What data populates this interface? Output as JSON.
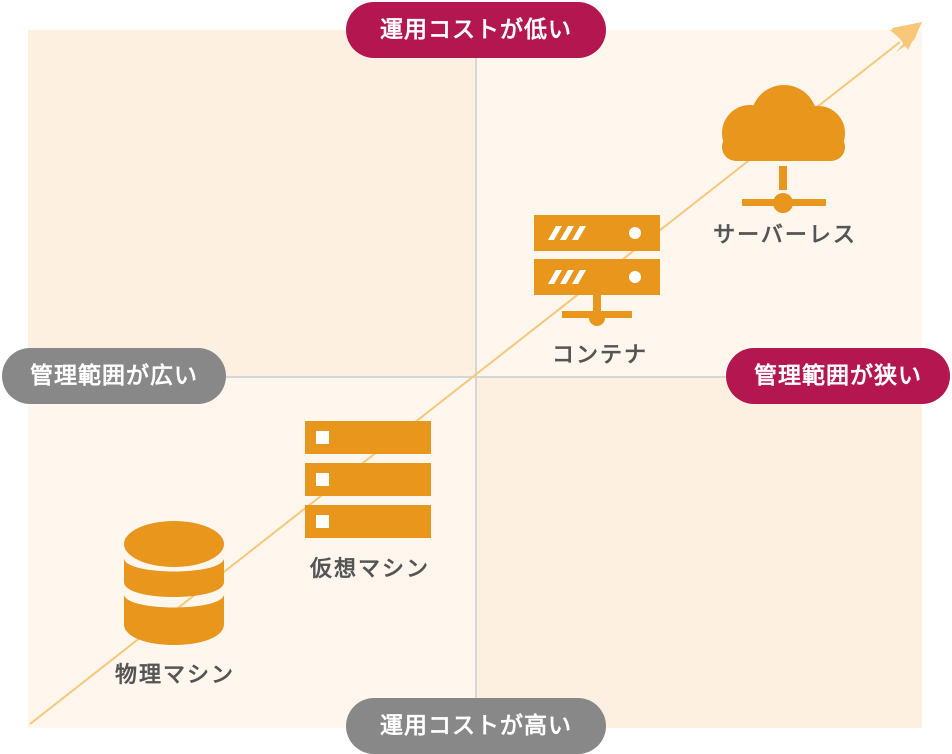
{
  "axes": {
    "top": "運用コストが低い",
    "bottom": "運用コストが高い",
    "left": "管理範囲が広い",
    "right": "管理範囲が狭い"
  },
  "items": {
    "physical": {
      "label": "物理マシン",
      "icon": "database-icon"
    },
    "virtual": {
      "label": "仮想マシン",
      "icon": "server-rack-icon"
    },
    "container": {
      "label": "コンテナ",
      "icon": "network-server-icon"
    },
    "serverless": {
      "label": "サーバーレス",
      "icon": "cloud-network-icon"
    }
  },
  "colors": {
    "icon": "#e8961c",
    "accent_pill": "#b4174f",
    "neutral_pill": "#888888",
    "quadrant_dark": "#fef0e0",
    "quadrant_light": "#fff6ee",
    "arrow": "#f9c77a",
    "label_text": "#555555"
  }
}
